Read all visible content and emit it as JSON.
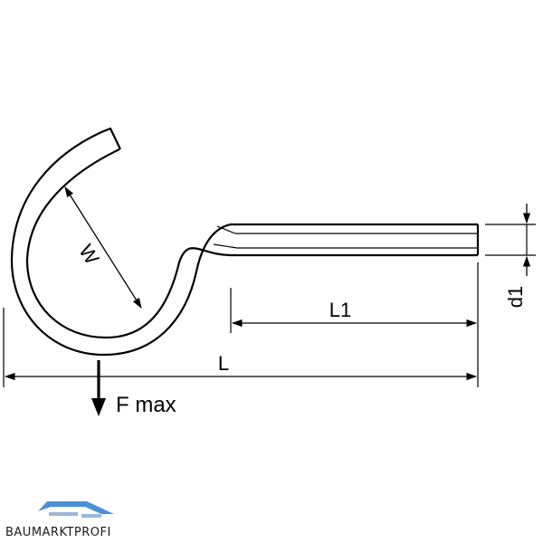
{
  "dimensions": {
    "w_label": "W",
    "l1_label": "L1",
    "l_label": "L",
    "d1_label": "d1"
  },
  "force": {
    "label": "F max"
  },
  "logo": {
    "text": "BAUMARKTPROFI",
    "accent_color": "#4a90d9"
  },
  "colors": {
    "line": "#000000",
    "background": "#ffffff"
  }
}
